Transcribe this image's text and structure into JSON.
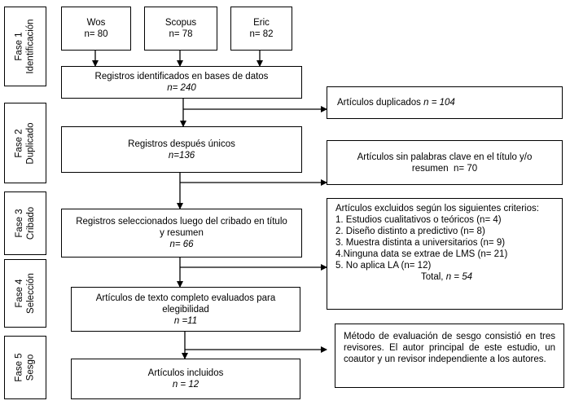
{
  "phases": [
    {
      "line1": "Fase 1",
      "line2": "Identificación"
    },
    {
      "line1": "Fase 2",
      "line2": "Duplicado"
    },
    {
      "line1": "Fase 3",
      "line2": "Cribado"
    },
    {
      "line1": "Fase 4",
      "line2": "Selección"
    },
    {
      "line1": "Fase 5",
      "line2": "Sesgo"
    }
  ],
  "sources": [
    {
      "name": "Wos",
      "count": "n= 80"
    },
    {
      "name": "Scopus",
      "count": "n= 78"
    },
    {
      "name": "Eric",
      "count": "n= 82"
    }
  ],
  "main": {
    "identified": {
      "title": "Registros identificados en bases de datos",
      "count": "n= 240"
    },
    "unique": {
      "title": "Registros después únicos",
      "count": "n=136"
    },
    "screened": {
      "title": "Registros seleccionados luego del cribado en título y resumen",
      "count": "n= 66"
    },
    "fulltext": {
      "title": "Artículos de texto completo evaluados para elegibilidad",
      "count": "n =11"
    },
    "included": {
      "title": "Artículos incluidos",
      "count": "n = 12"
    }
  },
  "side": {
    "duplicates": {
      "label": "Artículos duplicados",
      "count": "n = 104"
    },
    "nokeywords": {
      "label": "Artículos sin palabras clave en el título y/o resumen",
      "count": "n= 70"
    },
    "excluded": {
      "header": "Artículos excluidos según los siguientes criterios:",
      "items": [
        "1. Estudios cualitativos o teóricos (n= 4)",
        "2. Diseño distinto a predictivo (n= 8)",
        "3. Muestra distinta a universitarios (n= 9)",
        "4.Ninguna data se extrae de LMS (n= 21)",
        "5. No aplica LA (n= 12)"
      ],
      "total_label": "Total,",
      "total_count": "n = 54"
    },
    "bias": {
      "text": "Método de evaluación de sesgo consistió en tres revisores. El autor principal de este estudio, un coautor y un revisor independiente a los autores."
    }
  }
}
